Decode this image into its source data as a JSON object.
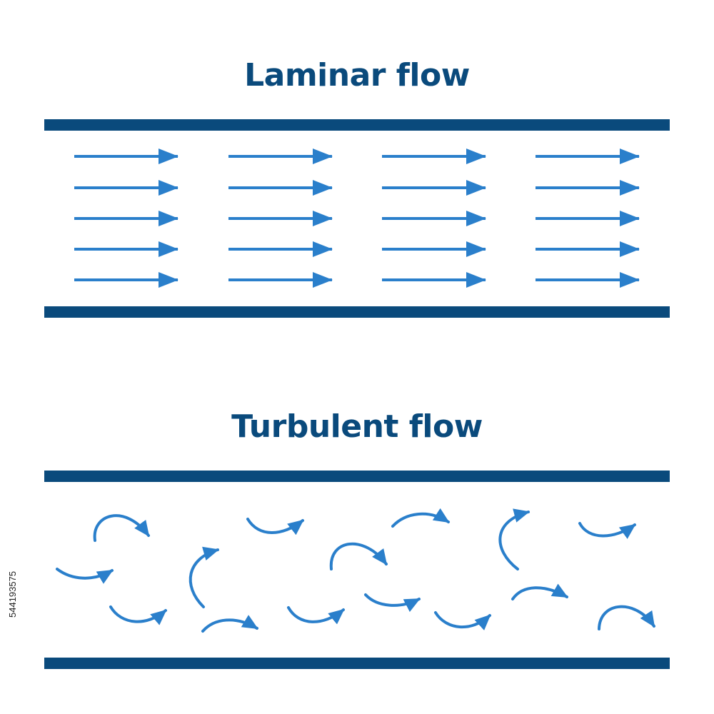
{
  "colors": {
    "wall": "#0a4a7c",
    "arrow": "#2a7fcb",
    "title": "#0a4a7c"
  },
  "laminar": {
    "title": "Laminar flow"
  },
  "turbulent": {
    "title": "Turbulent flow"
  },
  "stock_id": "544193575"
}
